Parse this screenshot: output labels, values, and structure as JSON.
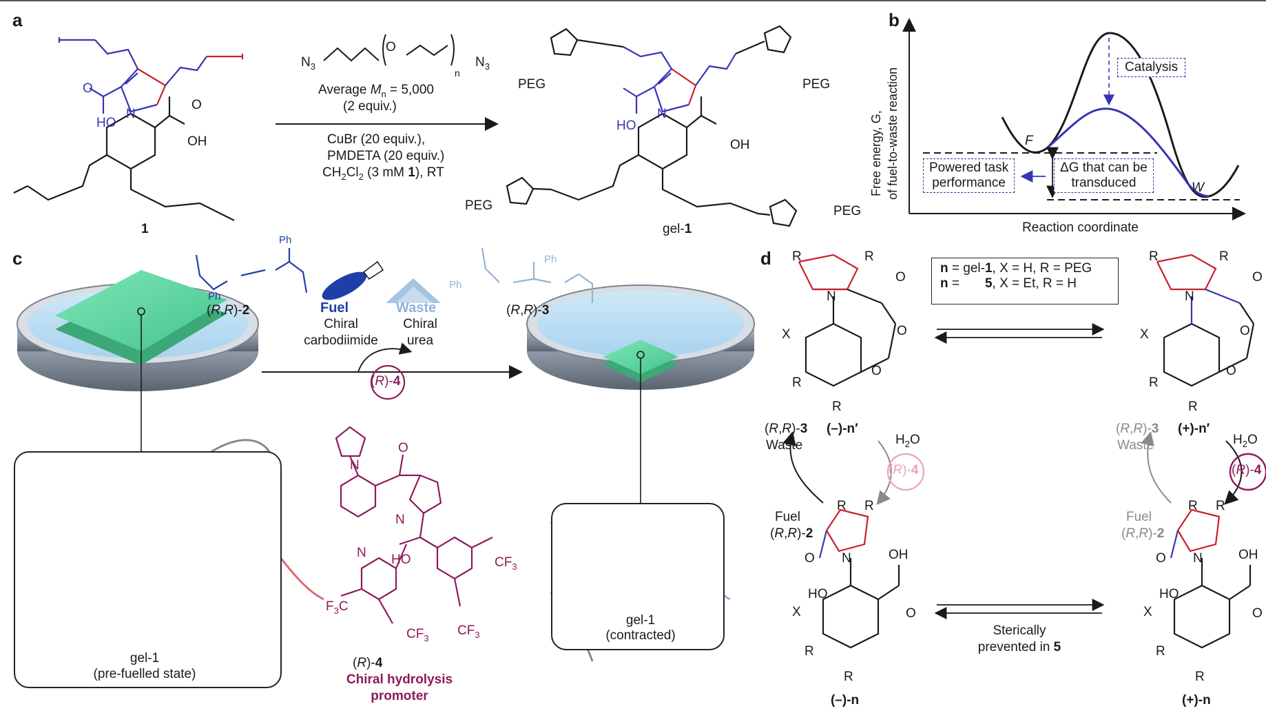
{
  "colors": {
    "red": "#c8202b",
    "blue": "#3535b5",
    "purple": "#8e1a5a",
    "lightblue": "#8fb3d9",
    "gel": "#5fd4a0",
    "grey": "#888888"
  },
  "panels": {
    "a": "a",
    "b": "b",
    "c": "c",
    "d": "d"
  },
  "a": {
    "compound1": "1",
    "reagent_N3_left": "N",
    "reagent_N3_right": "N",
    "sub3": "3",
    "reagent_n": "n",
    "reagent_o": "O",
    "average_prefix": "Average ",
    "average_M": "M",
    "average_n": "n",
    "average_value": " = 5,000",
    "equiv2": "(2 equiv.)",
    "cubr": "CuBr (20 equiv.),",
    "pmdeta": "PMDETA (20 equiv.)",
    "ch2cl2_a": "CH",
    "ch2cl2_b": "Cl",
    "ch2cl2_c": " (3 mM ",
    "ch2cl2_d": "1",
    "ch2cl2_e": "), RT",
    "sub2": "2",
    "gel_label_a": "gel-",
    "gel_label_b": "1",
    "oh": "OH",
    "ho": "HO",
    "o": "O",
    "n_atom": "N",
    "peg": "PEG"
  },
  "b": {
    "ylabel_1": "Free energy, G,",
    "ylabel_2": "of fuel-to-waste reaction",
    "xlabel": "Reaction coordinate",
    "catalysis": "Catalysis",
    "F": "F",
    "W": "W",
    "powered_1": "Powered task",
    "powered_2": "performance",
    "dG_1": "ΔG that can be",
    "dG_2": "transduced"
  },
  "c": {
    "rr2_a": "(",
    "rr2_b": "R",
    "rr2_c": ",",
    "rr2_d": "R",
    "rr2_e": ")-",
    "rr2_f": "2",
    "rr3_f": "3",
    "r4_f": "4",
    "fuel": "Fuel",
    "fuel_desc_1": "Chiral",
    "fuel_desc_2": "carbodiimide",
    "waste": "Waste",
    "waste_desc_1": "Chiral",
    "waste_desc_2": "urea",
    "ph": "Ph",
    "nh": "H",
    "gel_pre_1": "gel-1",
    "gel_pre_2": "(pre-fuelled state)",
    "gel_con_1": "gel-1",
    "gel_con_2": "(contracted)",
    "promoter_1": "Chiral hydrolysis",
    "promoter_2": "promoter",
    "cf3": "CF",
    "f3c": "F",
    "ho": "HO",
    "n": "N",
    "o": "O"
  },
  "d": {
    "legend_1a": "n",
    "legend_1b": " = gel-",
    "legend_1c": "1",
    "legend_1d": ", X = H, R = PEG",
    "legend_2a": "n",
    "legend_2b": " =       ",
    "legend_2c": "5",
    "legend_2d": ", X = Et, R = H",
    "R": "R",
    "X": "X",
    "O": "O",
    "N": "N",
    "OH": "OH",
    "HO": "HO",
    "H2O_a": "H",
    "H2O_b": "2",
    "H2O_c": "O",
    "waste": "Waste",
    "fuel": "Fuel",
    "minus_n_prime": "(–)-n′",
    "plus_n_prime": "(+)-n′",
    "minus_n": "(–)-n",
    "plus_n": "(+)-n",
    "steric_1": "Sterically",
    "steric_2a": "prevented in ",
    "steric_2b": "5"
  }
}
